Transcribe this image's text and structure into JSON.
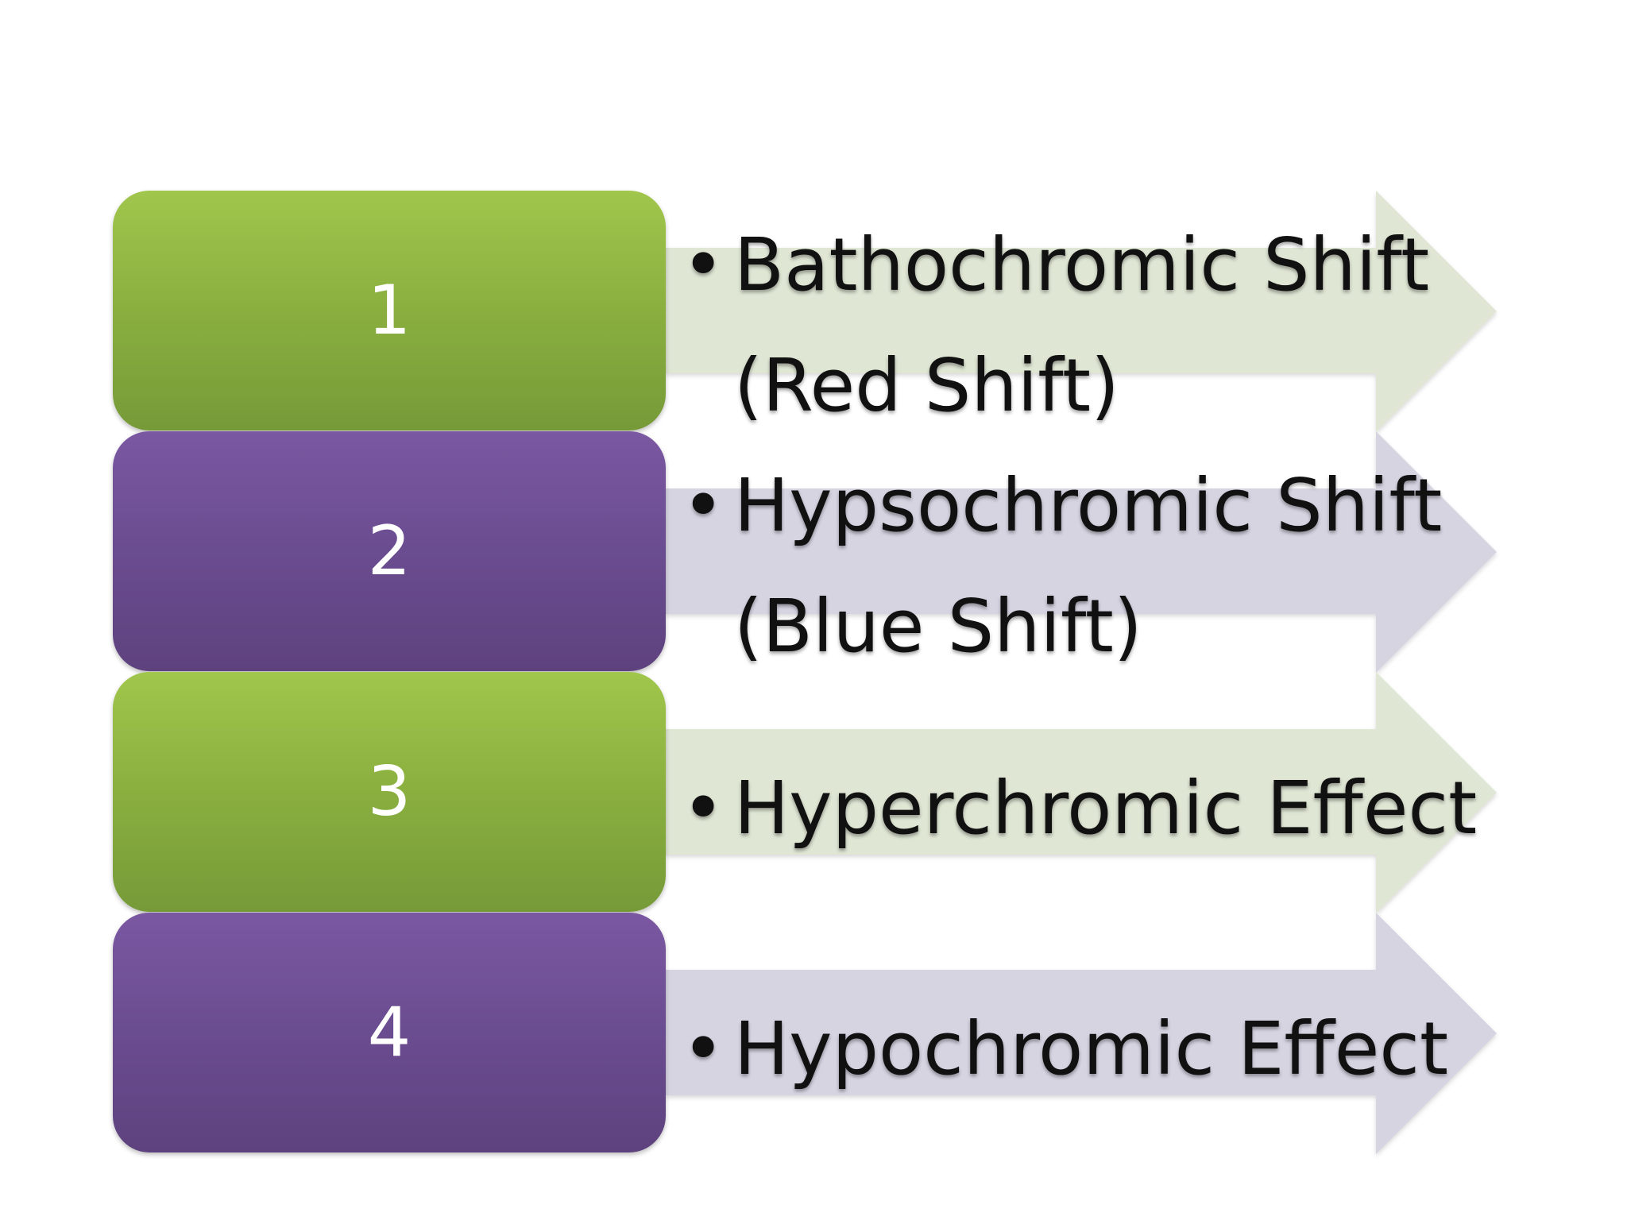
{
  "steps": [
    {
      "number": "1",
      "lines": [
        "Bathochromic Shift",
        "(Red Shift)"
      ],
      "theme": "green"
    },
    {
      "number": "2",
      "lines": [
        "Hypsochromic Shift",
        "(Blue Shift)"
      ],
      "theme": "purple"
    },
    {
      "number": "3",
      "lines": [
        "Hyperchromic Effect"
      ],
      "theme": "green"
    },
    {
      "number": "4",
      "lines": [
        "Hypochromic Effect"
      ],
      "theme": "purple"
    }
  ],
  "bullet": "•",
  "colors": {
    "green_box": "#8aaf3f",
    "purple_box": "#6a4c90",
    "green_arrow": "#dfe6d4",
    "purple_arrow": "#d7d4e2"
  }
}
